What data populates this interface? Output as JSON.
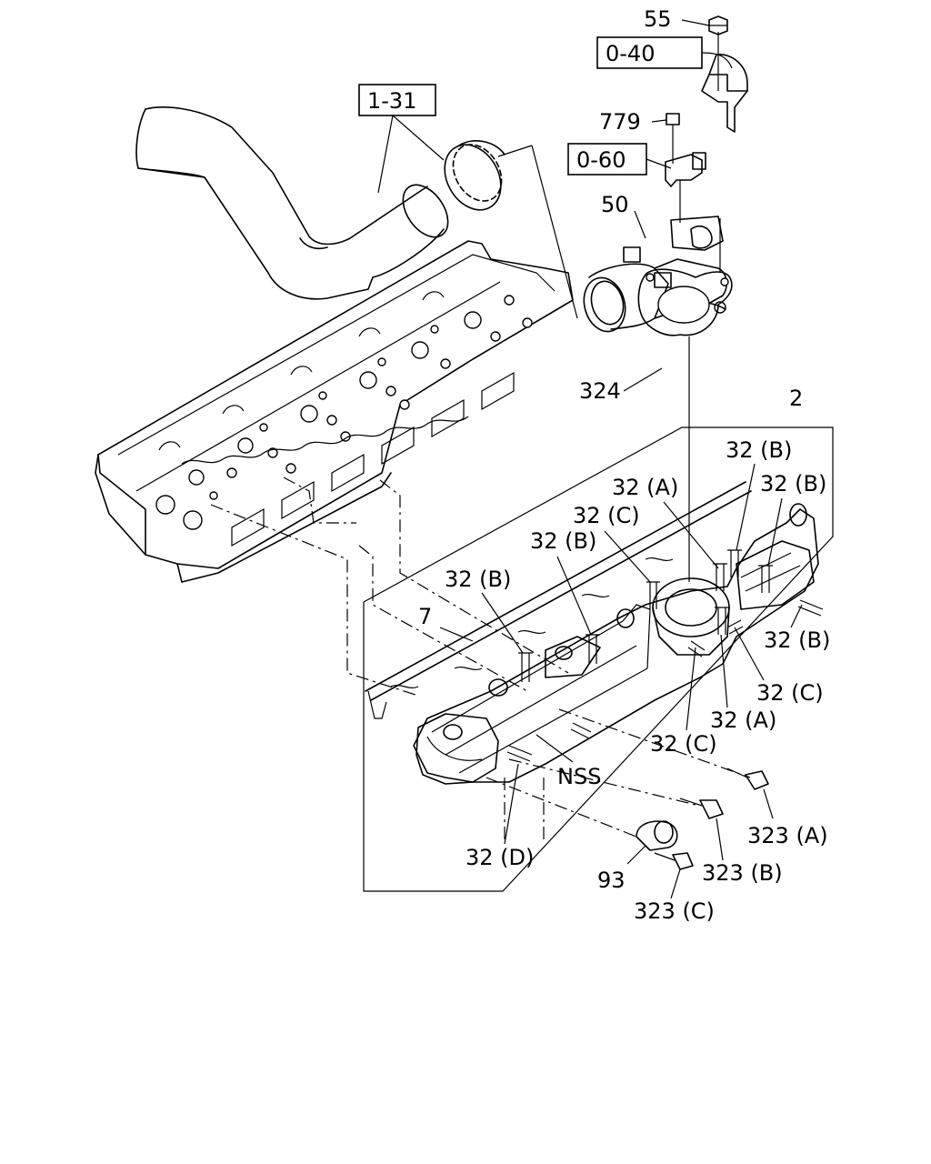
{
  "ref_boxes": {
    "r0_40": "0-40",
    "r1_31": "1-31",
    "r0_60": "0-60"
  },
  "callouts": {
    "c55": "55",
    "c779": "779",
    "c50": "50",
    "c324": "324",
    "c2": "2",
    "c32b_1": "32 (B)",
    "c32b_2": "32 (B)",
    "c32a_1": "32 (A)",
    "c32c_1": "32 (C)",
    "c32b_3": "32 (B)",
    "c32b_4": "32 (B)",
    "c7": "7",
    "c32b_5": "32 (B)",
    "c32c_2": "32 (C)",
    "c32a_2": "32 (A)",
    "c32c_3": "32 (C)",
    "cNSS": "NSS",
    "c323a": "323 (A)",
    "c32d": "32 (D)",
    "c323b": "323 (B)",
    "c93": "93",
    "c323c": "323 (C)"
  }
}
